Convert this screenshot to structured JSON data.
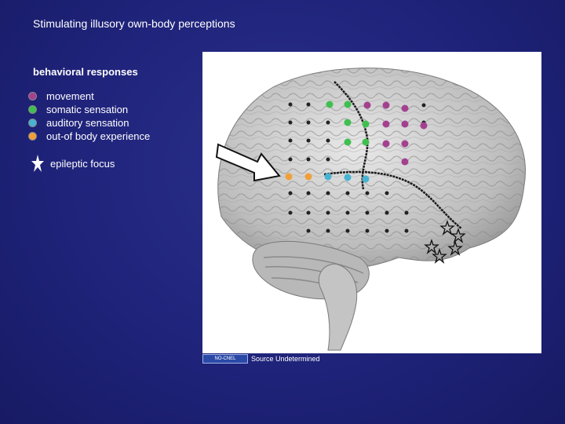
{
  "title": "Stimulating illusory own-body perceptions",
  "subtitle": "behavioral responses",
  "legend": [
    {
      "label": "movement",
      "color": "#a3418f"
    },
    {
      "label": "somatic sensation",
      "color": "#3fbf4f"
    },
    {
      "label": "auditory sensation",
      "color": "#47b3d3"
    },
    {
      "label": "out-of body experience",
      "color": "#f0a03a"
    }
  ],
  "epileptic_focus_label": "epileptic focus",
  "credit": {
    "logo_text": "NO-CNEL",
    "source": "Source Undetermined"
  }
}
